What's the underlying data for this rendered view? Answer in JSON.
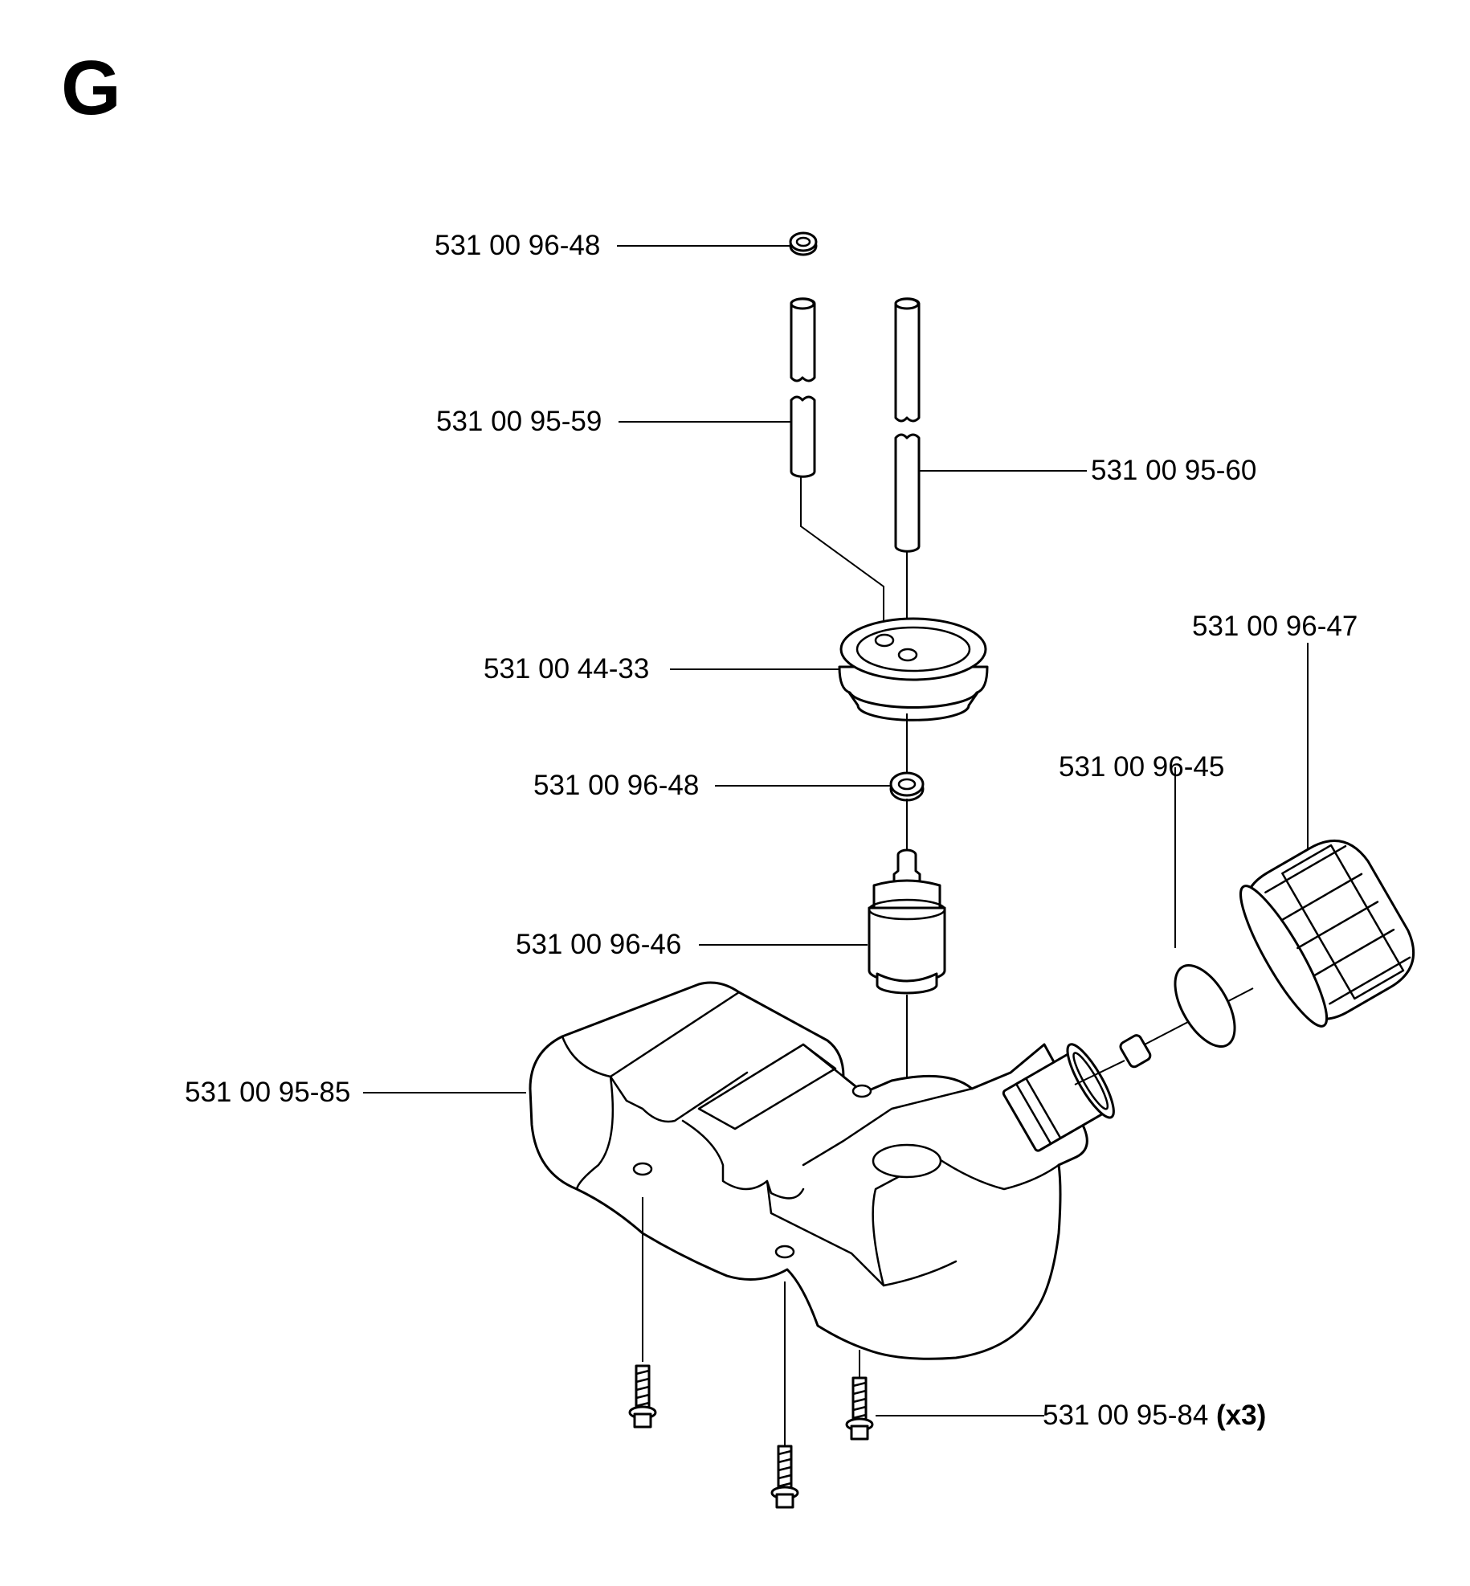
{
  "section": {
    "letter": "G"
  },
  "parts": [
    {
      "id": "seal-top",
      "number": "531 00 96-48",
      "qty": ""
    },
    {
      "id": "hose-left",
      "number": "531 00 95-59",
      "qty": ""
    },
    {
      "id": "hose-right",
      "number": "531 00 95-60",
      "qty": ""
    },
    {
      "id": "cap",
      "number": "531 00 96-47",
      "qty": ""
    },
    {
      "id": "grommet",
      "number": "531 00 44-33",
      "qty": ""
    },
    {
      "id": "gasket",
      "number": "531 00 96-45",
      "qty": ""
    },
    {
      "id": "seal-lower",
      "number": "531 00 96-48",
      "qty": ""
    },
    {
      "id": "fuel-filter",
      "number": "531 00 96-46",
      "qty": ""
    },
    {
      "id": "fuel-tank",
      "number": "531 00 95-85",
      "qty": ""
    },
    {
      "id": "screw",
      "number": "531 00 95-84",
      "qty": "(x3)"
    }
  ]
}
